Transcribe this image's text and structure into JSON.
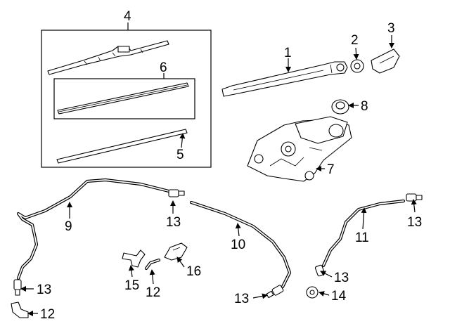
{
  "callouts": {
    "c1": "1",
    "c2": "2",
    "c3": "3",
    "c4": "4",
    "c5": "5",
    "c6": "6",
    "c7": "7",
    "c8": "8",
    "c9": "9",
    "c10": "10",
    "c11": "11",
    "c12a": "12",
    "c12b": "12",
    "c13a": "13",
    "c13b": "13",
    "c13c": "13",
    "c13d": "13",
    "c13e": "13",
    "c14": "14",
    "c15": "15",
    "c16": "16"
  },
  "colors": {
    "line": "#000000",
    "background": "#ffffff"
  }
}
